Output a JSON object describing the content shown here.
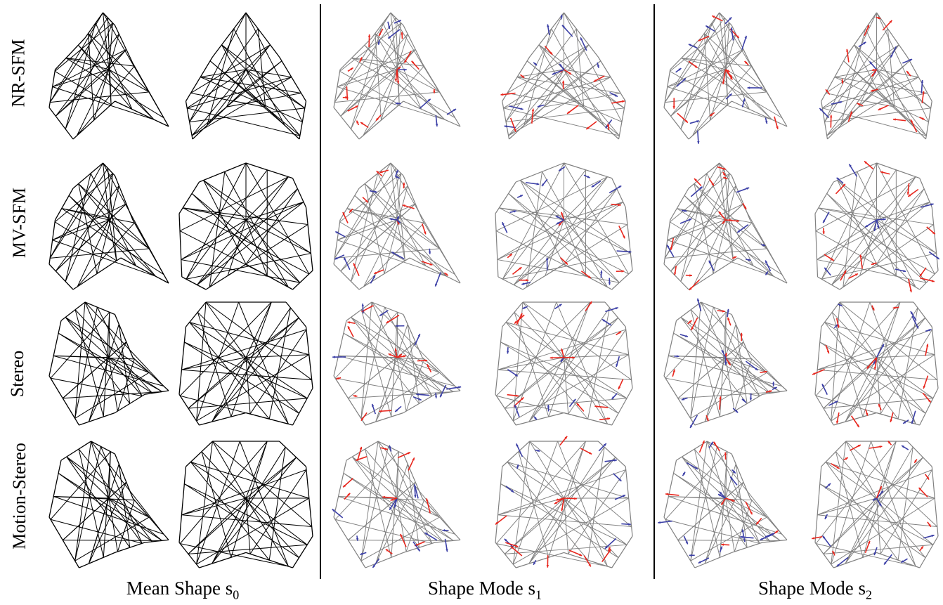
{
  "rows": [
    "NR-SFM",
    "MV-SFM",
    "Stereo",
    "Motion-Stereo"
  ],
  "columns": [
    {
      "text": "Mean Shape s",
      "sub": "0"
    },
    {
      "text": "Shape Mode s",
      "sub": "1"
    },
    {
      "text": "Shape Mode s",
      "sub": "2"
    }
  ],
  "colors": {
    "mean_wire": "#000000",
    "mode_wire": "#808080",
    "arrow_red": "#e8261d",
    "arrow_blue": "#3b3fa6"
  }
}
